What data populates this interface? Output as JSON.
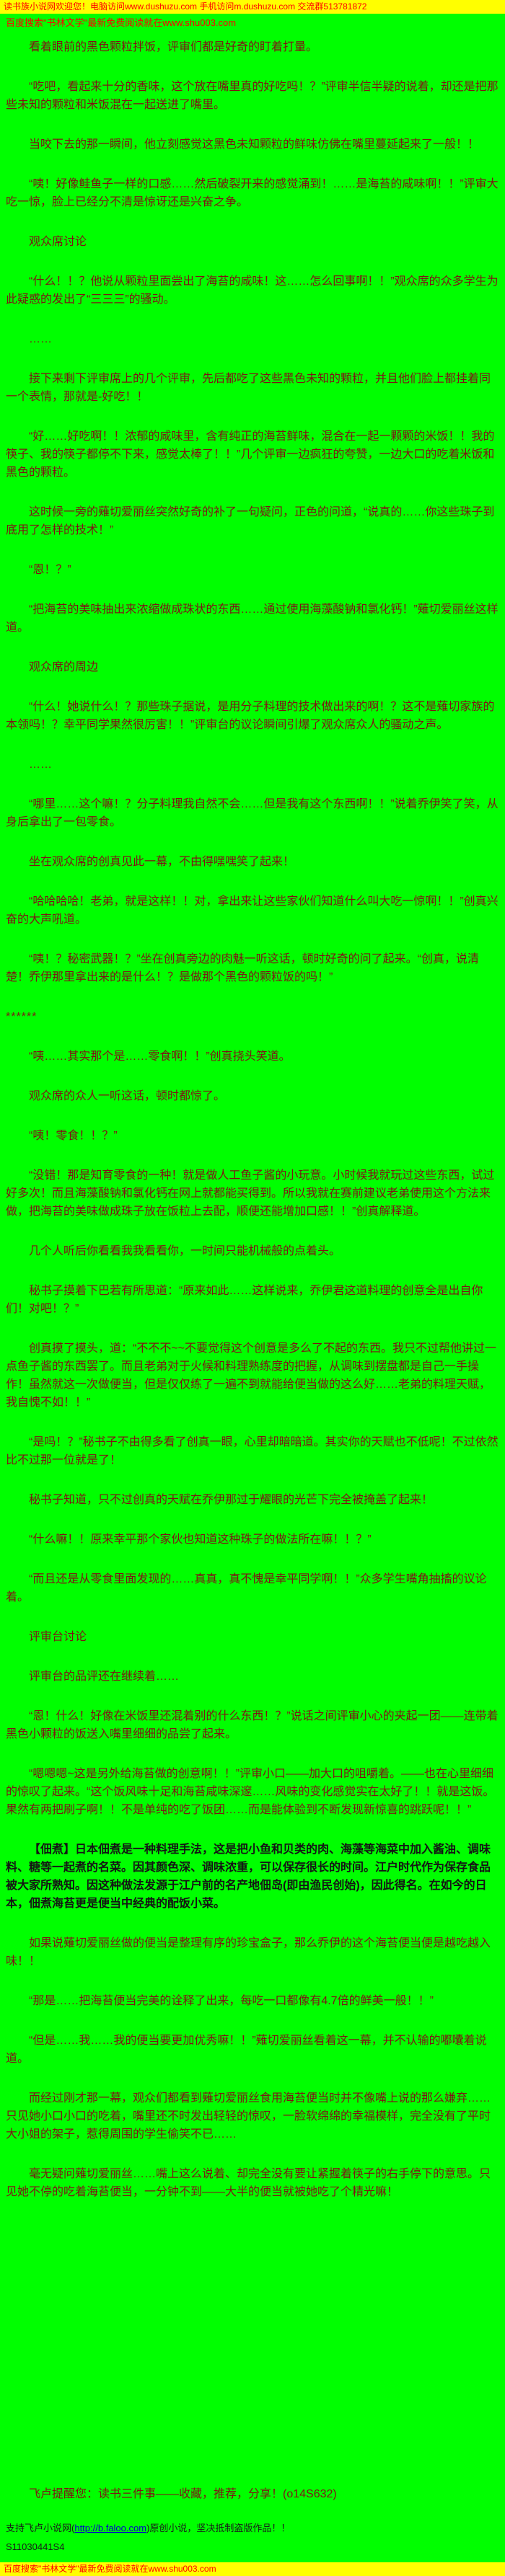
{
  "colors": {
    "page_bg": "#00FF00",
    "body_text": "#7E1414",
    "banner_bg": "#FFFF00",
    "banner_text": "#FF0000",
    "promo_text": "#FF0000",
    "note_text": "#141414",
    "link_color": "#0000CC"
  },
  "top_banner": {
    "text": "读书族小说网欢迎您！电脑访问www.dushuzu.com 手机访问m.dushuzu.com 交流群513781872"
  },
  "promo_top": {
    "text": "百度搜索\"书林文学\"最新免费阅读就在www.shu003.com"
  },
  "paragraphs": [
    {
      "text": "看着眼前的黑色颗粒拌饭，评审们都是好奇的盯着打量。"
    },
    {
      "text": "“吃吧，看起来十分的香味，这个放在嘴里真的好吃吗！？”评审半信半疑的说着，却还是把那些未知的颗粒和米饭混在一起送进了嘴里。"
    },
    {
      "text": "当咬下去的那一瞬间，他立刻感觉这黑色未知颗粒的鲜味仿佛在嘴里蔓延起来了一般！！"
    },
    {
      "text": "“咦！好像鲑鱼子一样的口感……然后破裂开来的感觉涌到！……是海苔的咸味啊！！”评审大吃一惊，脸上已经分不清是惊讶还是兴奋之争。"
    },
    {
      "text": "观众席讨论"
    },
    {
      "text": "“什么！！？他说从颗粒里面尝出了海苔的咸味！这……怎么回事啊！！”观众席的众多学生为此疑惑的发出了“三三三”的骚动。"
    },
    {
      "text": "……"
    },
    {
      "text": "接下来剩下评审席上的几个评审，先后都吃了这些黑色未知的颗粒，并且他们脸上都挂着同一个表情，那就是-好吃！！"
    },
    {
      "text": "“好……好吃啊！！浓郁的咸味里，含有纯正的海苔鲜味，混合在一起一颗颗的米饭！！我的筷子、我的筷子都停不下来，感觉太棒了！！”几个评审一边疯狂的夸赞，一边大口的吃着米饭和黑色的颗粒。"
    },
    {
      "text": "这时候一旁的薙切爱丽丝突然好奇的补了一句疑问，正色的问道，“说真的……你这些珠子到底用了怎样的技术！”"
    },
    {
      "text": "“恩！？”"
    },
    {
      "text": "“把海苔的美味抽出来浓缩做成珠状的东西……通过使用海藻酸钠和氯化钙！”薙切爱丽丝这样道。"
    },
    {
      "text": "观众席的周边"
    },
    {
      "text": "“什么！她说什么！？那些珠子据说，是用分子料理的技术做出来的啊！？这不是薙切家族的本领吗！？幸平同学果然很厉害！！”评审台的议论瞬间引爆了观众席众人的骚动之声。"
    },
    {
      "text": "……"
    },
    {
      "text": "“哪里……这个嘛！？分子料理我自然不会……但是我有这个东西啊！！”说着乔伊笑了笑，从身后拿出了一包零食。"
    },
    {
      "text": "坐在观众席的创真见此一幕，不由得嘿嘿笑了起来！"
    },
    {
      "text": "“哈哈哈哈！老弟，就是这样！！对，拿出来让这些家伙们知道什么叫大吃一惊啊！！”创真兴奋的大声吼道。"
    },
    {
      "text": "“咦！？秘密武器！？”坐在创真旁边的肉魅一听这话，顿时好奇的问了起来。“创真，说清楚！乔伊那里拿出来的是什么！？是做那个黑色的颗粒饭的吗！”"
    },
    {
      "text": "******",
      "variant": "divider"
    },
    {
      "text": "“咦……其实那个是……零食啊！！”创真挠头笑道。"
    },
    {
      "text": "观众席的众人一听这话，顿时都惊了。"
    },
    {
      "text": "“咦！零食！！？”"
    },
    {
      "text": "“没错！那是知育零食的一种！就是做人工鱼子酱的小玩意。小时候我就玩过这些东西，试过好多次！而且海藻酸钠和氯化钙在网上就都能买得到。所以我就在赛前建议老弟使用这个方法来做，把海苔的美味做成珠子放在饭粒上去配，顺便还能增加口感！！”创真解释道。"
    },
    {
      "text": "几个人听后你看看我我看看你，一时间只能机械般的点着头。"
    },
    {
      "text": "秘书子摸着下巴若有所思道：“原来如此……这样说来，乔伊君这道料理的创意全是出自你们！对吧！？”"
    },
    {
      "text": "创真摸了摸头，道：“不不不~~不要觉得这个创意是多么了不起的东西。我只不过帮他讲过一点鱼子酱的东西罢了。而且老弟对于火候和料理熟练度的把握，从调味到摆盘都是自己一手操作！虽然就这一次做便当，但是仅仅练了一遍不到就能给便当做的这么好……老弟的料理天赋，我自愧不如！！”"
    },
    {
      "text": "“是吗！？”秘书子不由得多看了创真一眼，心里却暗暗道。其实你的天赋也不低呢！不过依然比不过那一位就是了！"
    },
    {
      "text": "秘书子知道，只不过创真的天赋在乔伊那过于耀眼的光芒下完全被掩盖了起来！"
    },
    {
      "text": "“什么嘛！！原来幸平那个家伙也知道这种珠子的做法所在嘛！！？”"
    },
    {
      "text": "“而且还是从零食里面发现的……真真，真不愧是幸平同学啊！！”众多学生嘴角抽搐的议论着。"
    },
    {
      "text": "评审台讨论"
    },
    {
      "text": "评审台的品评还在继续着……"
    },
    {
      "text": "“恩！什么！好像在米饭里还混着别的什么东西！？”说话之间评审小心的夹起一团——连带着黑色小颗粒的饭送入嘴里细细的品尝了起来。"
    },
    {
      "text": "“嗯嗯嗯~这是另外给海苔做的创意啊！！”评审小口——加大口的咀嚼着。——也在心里细细的惊叹了起来。“这个饭风味十足和海苔咸味深邃……风味的变化感觉实在太好了！！就是这饭。果然有两把刷子啊！！不是单纯的吃了饭团……而是能体验到不断发现新惊喜的跳跃呢！！”"
    },
    {
      "text": "【佃煮】日本佃煮是一种料理手法，这是把小鱼和贝类的肉、海藻等海菜中加入酱油、调味料、糖等一起煮的名菜。因其颜色深、调味浓重，可以保存很长的时间。江户时代作为保存食品被大家所熟知。因这种做法发源于江户前的名产地佃岛(即由渔民创始)，因此得名。在如今的日本，佃煮海苔更是便当中经典的配饭小菜。",
      "variant": "note"
    },
    {
      "text": "如果说薙切爱丽丝做的便当是整理有序的珍宝盒子，那么乔伊的这个海苔便当便是越吃越入味！！"
    },
    {
      "text": "“那是……把海苔便当完美的诠释了出来，每吃一口都像有4.7倍的鲜美一般！！”"
    },
    {
      "text": "“但是……我……我的便当要更加优秀嘛！！”薙切爱丽丝看着这一幕，并不认输的嘟囔着说道。"
    },
    {
      "text": "而经过刚才那一幕，观众们都看到薙切爱丽丝食用海苔便当时并不像嘴上说的那么嫌弃……只见她小口小口的吃着，嘴里还不时发出轻轻的惊叹，一脸软绵绵的幸福模样，完全没有了平时大小姐的架子，惹得周围的学生偷笑不已……"
    },
    {
      "text": "毫无疑问薙切爱丽丝……嘴上这么说着、却完全没有要让紧握着筷子的右手停下的意思。只见她不停的吃着海苔便当，一分钟不到——大半的便当就被她吃了个精光嘛！"
    }
  ],
  "footer": {
    "reminder": "飞卢提醒您：读书三件事——收藏，推荐，分享！(o14S632)",
    "support_prefix": "支持飞卢小说网(",
    "support_link": "http://b.faloo.com",
    "support_suffix": ")原创小说，坚决抵制盗版作品！！",
    "book_id": "S11030441S4"
  },
  "bottom_banner": {
    "text": "百度搜索\"书林文学\"最新免费阅读就在www.shu003.com"
  }
}
